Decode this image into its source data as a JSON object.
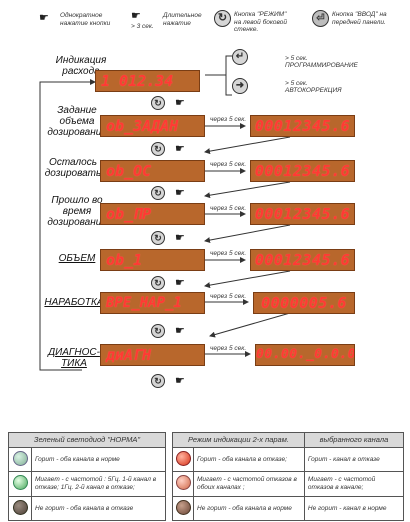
{
  "legend": {
    "single_press": "Однократное нажатие кнопки",
    "long_press_time": "> 3 сек.",
    "long_press": "Длительное нажатие",
    "mode_button": "Кнопка \"РЕЖИМ\" на левой боковой стенке.",
    "enter_button": "Кнопка \"ВВОД\" на передней панели."
  },
  "rows": [
    {
      "label": "Индикация расхода",
      "display": "1   012.34"
    },
    {
      "label": "Задание объема дозирования",
      "display": "ob_ЗАДАН",
      "delay": "через 5 сек.",
      "value": "00012345.6"
    },
    {
      "label": "Осталось дозировать",
      "display": "ob_ОС",
      "delay": "через 5 сек.",
      "value": "00012345.6"
    },
    {
      "label": "Прошло во время дозирования",
      "display": "ob_ПР",
      "delay": "через 5 сек.",
      "value": "00012345.6"
    },
    {
      "label": "ОБЪЕМ",
      "display": "ob_1",
      "delay": "через 5 сек.",
      "value": "00012345.6"
    },
    {
      "label": "НАРАБОТКА",
      "display": "ВРЕ_НАР_1",
      "delay": "через 5 сек.",
      "value": "0000005.6"
    },
    {
      "label": "ДИАГНОС- ТИКА",
      "display": "диАГН",
      "delay": "через 5 сек.",
      "value": "00.00._0.0.00"
    }
  ],
  "programming": {
    "prog_time": "> 5 сек.",
    "prog_label": "ПРОГРАММИРОВАНИЕ",
    "auto_time": "> 5 сек.",
    "auto_label": "АВТОКОРРЕКЦИЯ"
  },
  "table_norm": {
    "header": "Зеленый светодиод \"НОРМА\"",
    "rows": [
      "Горит - оба канала в норме",
      "Мигает - с частотой : 5Гц. 1-й канал в отказе; 1Гц. 2-й канал в отказе;",
      "Не горит - оба канала в отказе"
    ]
  },
  "table_mode": {
    "header_left": "Режим индикации 2-х парам.",
    "header_right": "выбранного канала",
    "rows": [
      {
        "left": "Горит - оба канала в отказе;",
        "right": "Горит - канал в отказе"
      },
      {
        "left": "Мигает - с частотой отказов в обоих каналах ;",
        "right": "Мигает - с частотой отказов в канале;"
      },
      {
        "left": "Не горит - оба канала в норме",
        "right": "Не горит - канал в норме"
      }
    ]
  },
  "icons": {
    "mode_button": "mode-button-icon",
    "enter_button": "enter-button-icon",
    "single_press": "pointing-hand-icon",
    "long_press": "pointing-hand-long-icon"
  }
}
